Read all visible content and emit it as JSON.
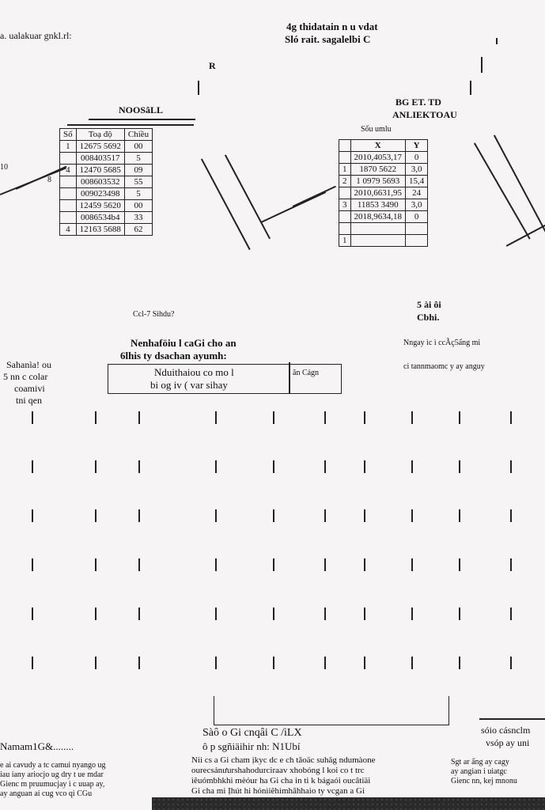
{
  "header": {
    "line1": "4g thidatain n u vdat",
    "line2": "Sló rait. sagalelbi C",
    "top_left": "a. ualakuar gnkl.rl:"
  },
  "left_table": {
    "title": "NOOSâLL",
    "headers": [
      "Số",
      "Toạ độ",
      "Chiều"
    ],
    "rows": [
      [
        "1",
        "12675 5692",
        "00"
      ],
      [
        "",
        "008403517",
        "5"
      ],
      [
        "4",
        "12470 5685",
        "09"
      ],
      [
        "",
        "008603532",
        "55"
      ],
      [
        "",
        "009023498",
        "5"
      ],
      [
        "",
        "12459 5620",
        "00"
      ],
      [
        "",
        "0086534b4",
        "33"
      ],
      [
        "4",
        "12163 5688",
        "62"
      ]
    ]
  },
  "right_table": {
    "title": "BG ET. TD",
    "subtitle": "ANLIEKTOAU",
    "col_label": "Sốu umlu",
    "headers": [
      "X",
      "Y"
    ],
    "rows": [
      [
        "",
        "2010,4053,17",
        "0"
      ],
      [
        "1",
        "1870 5622",
        "3,0"
      ],
      [
        "2",
        "1 0979 5693",
        "15,4"
      ],
      [
        "",
        "2010,6631,95",
        "24"
      ],
      [
        "3",
        "11853 3490",
        "3,0"
      ],
      [
        "",
        "2018,9634,18",
        "0"
      ],
      [
        "",
        "",
        "",
        ""
      ],
      [
        "1",
        "",
        "",
        ""
      ]
    ]
  },
  "side_labels": {
    "top_mark": "R",
    "left_edge": "10",
    "left_edge2": "8"
  },
  "middle": {
    "small_title": "Ccl-7 Sihdu?",
    "heading1": "Nenhaföiu l caGi cho an",
    "heading2": "6lhis ty dsachan ayumh:",
    "box_line1": "Nduithaiou co mo l",
    "box_line2": "bi og iv ( var sihay",
    "box_side": "ãn Cảgn"
  },
  "left_label": {
    "l1": "Sahanìa! ou",
    "l2": "5 nn c colar",
    "l3": "coamivi",
    "l4": "tni qen"
  },
  "right_label": {
    "title1": "5 ài ôi",
    "title2": "Cbhi.",
    "line1": "Nngay ìc ì ccÃç5ẩng mi",
    "line2": "ci tannmaomc y ay anguy"
  },
  "footer": {
    "center_line1": "Sàô o Gi cnqâi C /ìLX",
    "center_line2": "ô p sgñiäihir nh: N1Ubí",
    "center_para": [
      "Nii cs a Gi cham ịkyc dc e ch tǎoäc suhăg ndumàone",
      "ourecsảnưurshahodurciraav xhobóng l koi co t trc",
      "ìêuómbhkhi mèóur ha Gi cha in ti k bágaói oucâtiäi",
      "Gi cha mi Ịhút hi hónìiêhimhâhhaio ty vcgan a Gi"
    ],
    "left_sign": "Namam1G&........",
    "left_para": [
      "e ai cavudy a tc camui nyango ug",
      "iau iany ariocjo ug dry t ue mdar",
      "Gienc m pruumucjay i c uuap ay,",
      "ay anguan ai cug vco qi CGu"
    ],
    "right_line1": "sóio cásnclm",
    "right_line2": "vsóp ay uni",
    "right_para": [
      "Sgt ar ẩng ay cagy",
      "ay angian i uiatgc",
      "Gienc nn, kej mnonu"
    ]
  }
}
